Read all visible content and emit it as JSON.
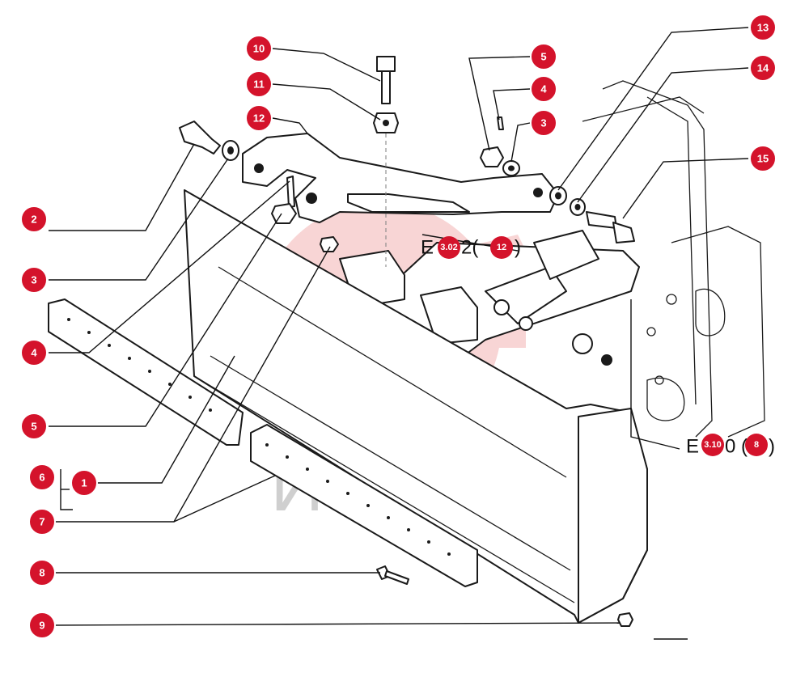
{
  "watermark": {
    "text": "ИНТЕХ",
    "color": "#f4b3b3"
  },
  "callouts": [
    {
      "id": "c10",
      "label": "10"
    },
    {
      "id": "c11",
      "label": "11"
    },
    {
      "id": "c12",
      "label": "12"
    },
    {
      "id": "c5t",
      "label": "5"
    },
    {
      "id": "c4t",
      "label": "4"
    },
    {
      "id": "c3t",
      "label": "3"
    },
    {
      "id": "c13",
      "label": "13"
    },
    {
      "id": "c14",
      "label": "14"
    },
    {
      "id": "c15",
      "label": "15"
    },
    {
      "id": "c2",
      "label": "2"
    },
    {
      "id": "c3",
      "label": "3"
    },
    {
      "id": "c4",
      "label": "4"
    },
    {
      "id": "c5",
      "label": "5"
    },
    {
      "id": "c6",
      "label": "6"
    },
    {
      "id": "c1",
      "label": "1"
    },
    {
      "id": "c7",
      "label": "7"
    },
    {
      "id": "c8",
      "label": "8"
    },
    {
      "id": "c9",
      "label": "9"
    }
  ],
  "references": [
    {
      "id": "ref1",
      "text": "E",
      "badge": "3.02",
      "suffix": "2(",
      "badge2": "12",
      "suffix2": ")"
    },
    {
      "id": "ref2",
      "text": "E",
      "badge": "3.10",
      "suffix": "0 (",
      "badge2": "8",
      "suffix2": ")"
    }
  ],
  "colors": {
    "callout": "#d4132b",
    "callout_ring": "#ffffff",
    "line": "#1a1a1a"
  }
}
